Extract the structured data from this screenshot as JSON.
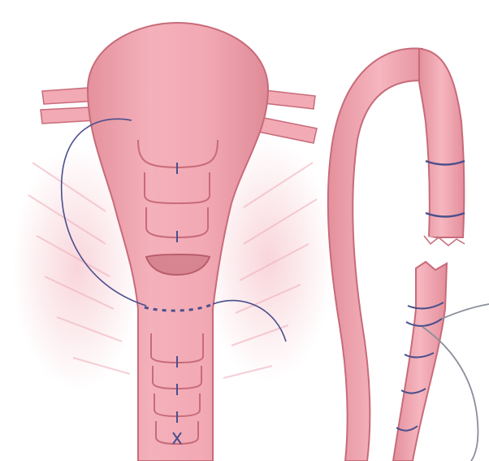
{
  "colors": {
    "background": "#ffffff",
    "tissue": "#f2a9b4",
    "tissue_light": "#f8c7cf",
    "tissue_shade": "#e0838f",
    "outline": "#c86b79",
    "suture": "#4a4f8c",
    "suture_gray": "#8a8f9a"
  },
  "illustration": {
    "panels": [
      {
        "id": "uterus-panel",
        "icon": "uterus-cervix-suture-illustration"
      },
      {
        "id": "tube-panel",
        "icon": "tubal-reanastomosis-illustration"
      }
    ]
  }
}
